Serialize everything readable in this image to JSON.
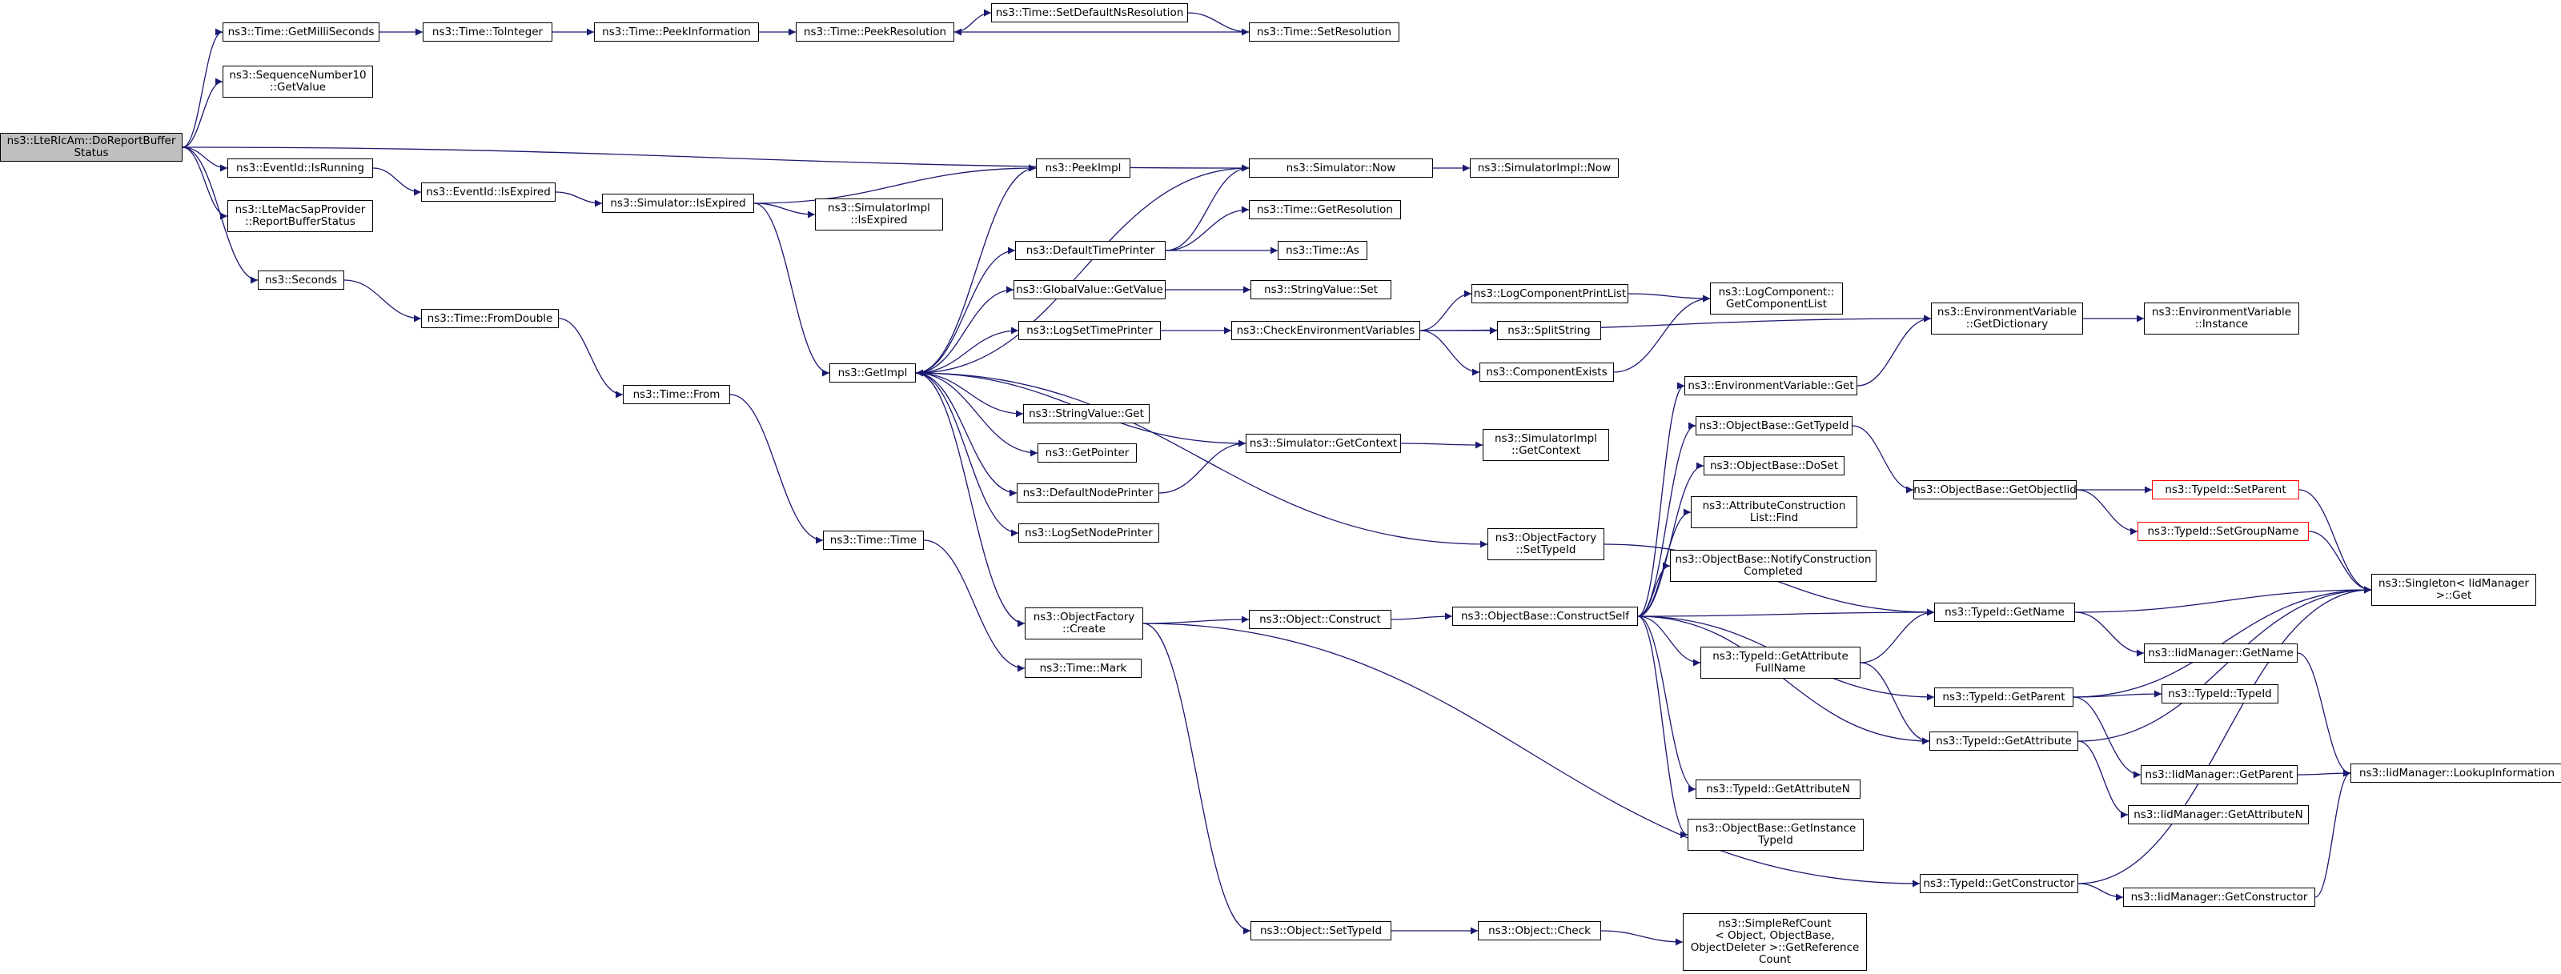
{
  "graph": {
    "edge_color": "#191970",
    "nodes": [
      {
        "id": "root",
        "label": "ns3::LteRlcAm::DoReportBuffer\nStatus",
        "style": "root"
      },
      {
        "id": "millis",
        "label": "ns3::Time::GetMilliSeconds"
      },
      {
        "id": "seq",
        "label": "ns3::SequenceNumber10\n::GetValue"
      },
      {
        "id": "isrun",
        "label": "ns3::EventId::IsRunning"
      },
      {
        "id": "macsap",
        "label": "ns3::LteMacSapProvider\n::ReportBufferStatus"
      },
      {
        "id": "seconds",
        "label": "ns3::Seconds"
      },
      {
        "id": "toint",
        "label": "ns3::Time::ToInteger"
      },
      {
        "id": "peekinfo",
        "label": "ns3::Time::PeekInformation"
      },
      {
        "id": "peekres",
        "label": "ns3::Time::PeekResolution"
      },
      {
        "id": "setdefres",
        "label": "ns3::Time::SetDefaultNsResolution"
      },
      {
        "id": "setres",
        "label": "ns3::Time::SetResolution"
      },
      {
        "id": "isexp",
        "label": "ns3::EventId::IsExpired"
      },
      {
        "id": "simisexp",
        "label": "ns3::Simulator::IsExpired"
      },
      {
        "id": "simimplisexp",
        "label": "ns3::SimulatorImpl\n::IsExpired"
      },
      {
        "id": "peekimpl",
        "label": "ns3::PeekImpl"
      },
      {
        "id": "simnow",
        "label": "ns3::Simulator::Now"
      },
      {
        "id": "simimplnow",
        "label": "ns3::SimulatorImpl::Now"
      },
      {
        "id": "fromdouble",
        "label": "ns3::Time::FromDouble"
      },
      {
        "id": "from",
        "label": "ns3::Time::From"
      },
      {
        "id": "timetime",
        "label": "ns3::Time::Time"
      },
      {
        "id": "getimpl",
        "label": "ns3::GetImpl"
      },
      {
        "id": "deftimeprinter",
        "label": "ns3::DefaultTimePrinter"
      },
      {
        "id": "getresolution",
        "label": "ns3::Time::GetResolution"
      },
      {
        "id": "timeas",
        "label": "ns3::Time::As"
      },
      {
        "id": "gvgetvalue",
        "label": "ns3::GlobalValue::GetValue"
      },
      {
        "id": "strset",
        "label": "ns3::StringValue::Set"
      },
      {
        "id": "logsettime",
        "label": "ns3::LogSetTimePrinter"
      },
      {
        "id": "checkenv",
        "label": "ns3::CheckEnvironmentVariables"
      },
      {
        "id": "logcompprint",
        "label": "ns3::LogComponentPrintList"
      },
      {
        "id": "splitstring",
        "label": "ns3::SplitString"
      },
      {
        "id": "compexists",
        "label": "ns3::ComponentExists"
      },
      {
        "id": "getcomplist",
        "label": "ns3::LogComponent::\nGetComponentList"
      },
      {
        "id": "envgetdict",
        "label": "ns3::EnvironmentVariable\n::GetDictionary"
      },
      {
        "id": "envinstance",
        "label": "ns3::EnvironmentVariable\n::Instance"
      },
      {
        "id": "envget",
        "label": "ns3::EnvironmentVariable::Get"
      },
      {
        "id": "strget",
        "label": "ns3::StringValue::Get"
      },
      {
        "id": "getpointer",
        "label": "ns3::GetPointer"
      },
      {
        "id": "defnodeprinter",
        "label": "ns3::DefaultNodePrinter"
      },
      {
        "id": "logsetnode",
        "label": "ns3::LogSetNodePrinter"
      },
      {
        "id": "simgetctx",
        "label": "ns3::Simulator::GetContext"
      },
      {
        "id": "simimplgetctx",
        "label": "ns3::SimulatorImpl\n::GetContext"
      },
      {
        "id": "objfactsettype",
        "label": "ns3::ObjectFactory\n::SetTypeId"
      },
      {
        "id": "objbasegettype",
        "label": "ns3::ObjectBase::GetTypeId"
      },
      {
        "id": "objbasedoset",
        "label": "ns3::ObjectBase::DoSet"
      },
      {
        "id": "attrconstfind",
        "label": "ns3::AttributeConstruction\nList::Find"
      },
      {
        "id": "notifyconst",
        "label": "ns3::ObjectBase::NotifyConstruction\nCompleted"
      },
      {
        "id": "objbasegetobjtid",
        "label": "ns3::ObjectBase::GetObjectIid"
      },
      {
        "id": "settypeparent",
        "label": "ns3::TypeId::SetParent",
        "style": "red"
      },
      {
        "id": "setgroupname",
        "label": "ns3::TypeId::SetGroupName",
        "style": "red"
      },
      {
        "id": "singletonget",
        "label": "ns3::Singleton< IidManager\n>::Get"
      },
      {
        "id": "objfactcreate",
        "label": "ns3::ObjectFactory\n::Create"
      },
      {
        "id": "timemark",
        "label": "ns3::Time::Mark"
      },
      {
        "id": "objconstruct",
        "label": "ns3::Object::Construct"
      },
      {
        "id": "constructself",
        "label": "ns3::ObjectBase::ConstructSelf"
      },
      {
        "id": "typegetname",
        "label": "ns3::TypeId::GetName"
      },
      {
        "id": "iidgetname",
        "label": "ns3::IidManager::GetName"
      },
      {
        "id": "getattrfull",
        "label": "ns3::TypeId::GetAttribute\nFullName"
      },
      {
        "id": "typegetparent",
        "label": "ns3::TypeId::GetParent"
      },
      {
        "id": "typetypeid",
        "label": "ns3::TypeId::TypeId"
      },
      {
        "id": "typegetattr",
        "label": "ns3::TypeId::GetAttribute"
      },
      {
        "id": "iidgetparent",
        "label": "ns3::IidManager::GetParent"
      },
      {
        "id": "iidlookup",
        "label": "ns3::IidManager::LookupInformation"
      },
      {
        "id": "iidgetattrn",
        "label": "ns3::IidManager::GetAttributeN"
      },
      {
        "id": "typegetattrn",
        "label": "ns3::TypeId::GetAttributeN"
      },
      {
        "id": "getinsttype",
        "label": "ns3::ObjectBase::GetInstance\nTypeId"
      },
      {
        "id": "typegetctor",
        "label": "ns3::TypeId::GetConstructor"
      },
      {
        "id": "iidgetctor",
        "label": "ns3::IidManager::GetConstructor"
      },
      {
        "id": "objsettype",
        "label": "ns3::Object::SetTypeId"
      },
      {
        "id": "objcheck",
        "label": "ns3::Object::Check"
      },
      {
        "id": "refcount",
        "label": "ns3::SimpleRefCount\n< Object, ObjectBase,\nObjectDeleter >::GetReference\nCount"
      }
    ],
    "edges": [
      [
        "root",
        "millis"
      ],
      [
        "root",
        "seq"
      ],
      [
        "root",
        "simnow"
      ],
      [
        "root",
        "isrun"
      ],
      [
        "root",
        "macsap"
      ],
      [
        "root",
        "seconds"
      ],
      [
        "millis",
        "toint"
      ],
      [
        "toint",
        "peekinfo"
      ],
      [
        "peekinfo",
        "peekres"
      ],
      [
        "peekres",
        "setdefres"
      ],
      [
        "setdefres",
        "setres"
      ],
      [
        "setres",
        "peekres"
      ],
      [
        "isrun",
        "isexp"
      ],
      [
        "isexp",
        "simisexp"
      ],
      [
        "simisexp",
        "peekimpl"
      ],
      [
        "simisexp",
        "simimplisexp"
      ],
      [
        "simisexp",
        "getimpl"
      ],
      [
        "simnow",
        "simimplnow"
      ],
      [
        "seconds",
        "fromdouble"
      ],
      [
        "fromdouble",
        "from"
      ],
      [
        "from",
        "timetime"
      ],
      [
        "timetime",
        "timemark"
      ],
      [
        "getimpl",
        "peekimpl"
      ],
      [
        "getimpl",
        "simnow"
      ],
      [
        "getimpl",
        "deftimeprinter"
      ],
      [
        "getimpl",
        "gvgetvalue"
      ],
      [
        "getimpl",
        "logsettime"
      ],
      [
        "getimpl",
        "strget"
      ],
      [
        "getimpl",
        "getpointer"
      ],
      [
        "getimpl",
        "defnodeprinter"
      ],
      [
        "getimpl",
        "logsetnode"
      ],
      [
        "getimpl",
        "objfactsettype"
      ],
      [
        "getimpl",
        "objfactcreate"
      ],
      [
        "deftimeprinter",
        "simnow"
      ],
      [
        "deftimeprinter",
        "getresolution"
      ],
      [
        "deftimeprinter",
        "timeas"
      ],
      [
        "gvgetvalue",
        "strset"
      ],
      [
        "logsettime",
        "checkenv"
      ],
      [
        "checkenv",
        "logcompprint"
      ],
      [
        "checkenv",
        "splitstring"
      ],
      [
        "checkenv",
        "compexists"
      ],
      [
        "checkenv",
        "envgetdict"
      ],
      [
        "logcompprint",
        "getcomplist"
      ],
      [
        "compexists",
        "getcomplist"
      ],
      [
        "envgetdict",
        "envinstance"
      ],
      [
        "envget",
        "envgetdict"
      ],
      [
        "defnodeprinter",
        "simgetctx"
      ],
      [
        "simgetctx",
        "simimplgetctx"
      ],
      [
        "simgetctx",
        "getimpl"
      ],
      [
        "objfactsettype",
        "typegetname"
      ],
      [
        "objfactcreate",
        "objconstruct"
      ],
      [
        "objfactcreate",
        "objsettype"
      ],
      [
        "objfactcreate",
        "typegetctor"
      ],
      [
        "objconstruct",
        "constructself"
      ],
      [
        "constructself",
        "envget"
      ],
      [
        "constructself",
        "objbasegettype"
      ],
      [
        "constructself",
        "objbasedoset"
      ],
      [
        "constructself",
        "attrconstfind"
      ],
      [
        "constructself",
        "notifyconst"
      ],
      [
        "constructself",
        "typegetname"
      ],
      [
        "constructself",
        "getattrfull"
      ],
      [
        "constructself",
        "typegetparent"
      ],
      [
        "constructself",
        "typegetattr"
      ],
      [
        "constructself",
        "typegetattrn"
      ],
      [
        "constructself",
        "getinsttype"
      ],
      [
        "objbasegettype",
        "objbasegetobjtid"
      ],
      [
        "objbasegetobjtid",
        "settypeparent"
      ],
      [
        "objbasegetobjtid",
        "setgroupname"
      ],
      [
        "settypeparent",
        "singletonget"
      ],
      [
        "setgroupname",
        "singletonget"
      ],
      [
        "typegetname",
        "singletonget"
      ],
      [
        "typegetname",
        "iidgetname"
      ],
      [
        "iidgetname",
        "iidlookup"
      ],
      [
        "getattrfull",
        "typegetname"
      ],
      [
        "getattrfull",
        "typegetattr"
      ],
      [
        "typegetparent",
        "singletonget"
      ],
      [
        "typegetparent",
        "typetypeid"
      ],
      [
        "typegetparent",
        "iidgetparent"
      ],
      [
        "typegetattr",
        "singletonget"
      ],
      [
        "typegetattr",
        "iidgetattrn"
      ],
      [
        "iidgetparent",
        "iidlookup"
      ],
      [
        "typegetctor",
        "singletonget"
      ],
      [
        "typegetctor",
        "iidgetctor"
      ],
      [
        "iidgetctor",
        "iidlookup"
      ],
      [
        "objsettype",
        "objcheck"
      ],
      [
        "objcheck",
        "refcount"
      ]
    ]
  }
}
